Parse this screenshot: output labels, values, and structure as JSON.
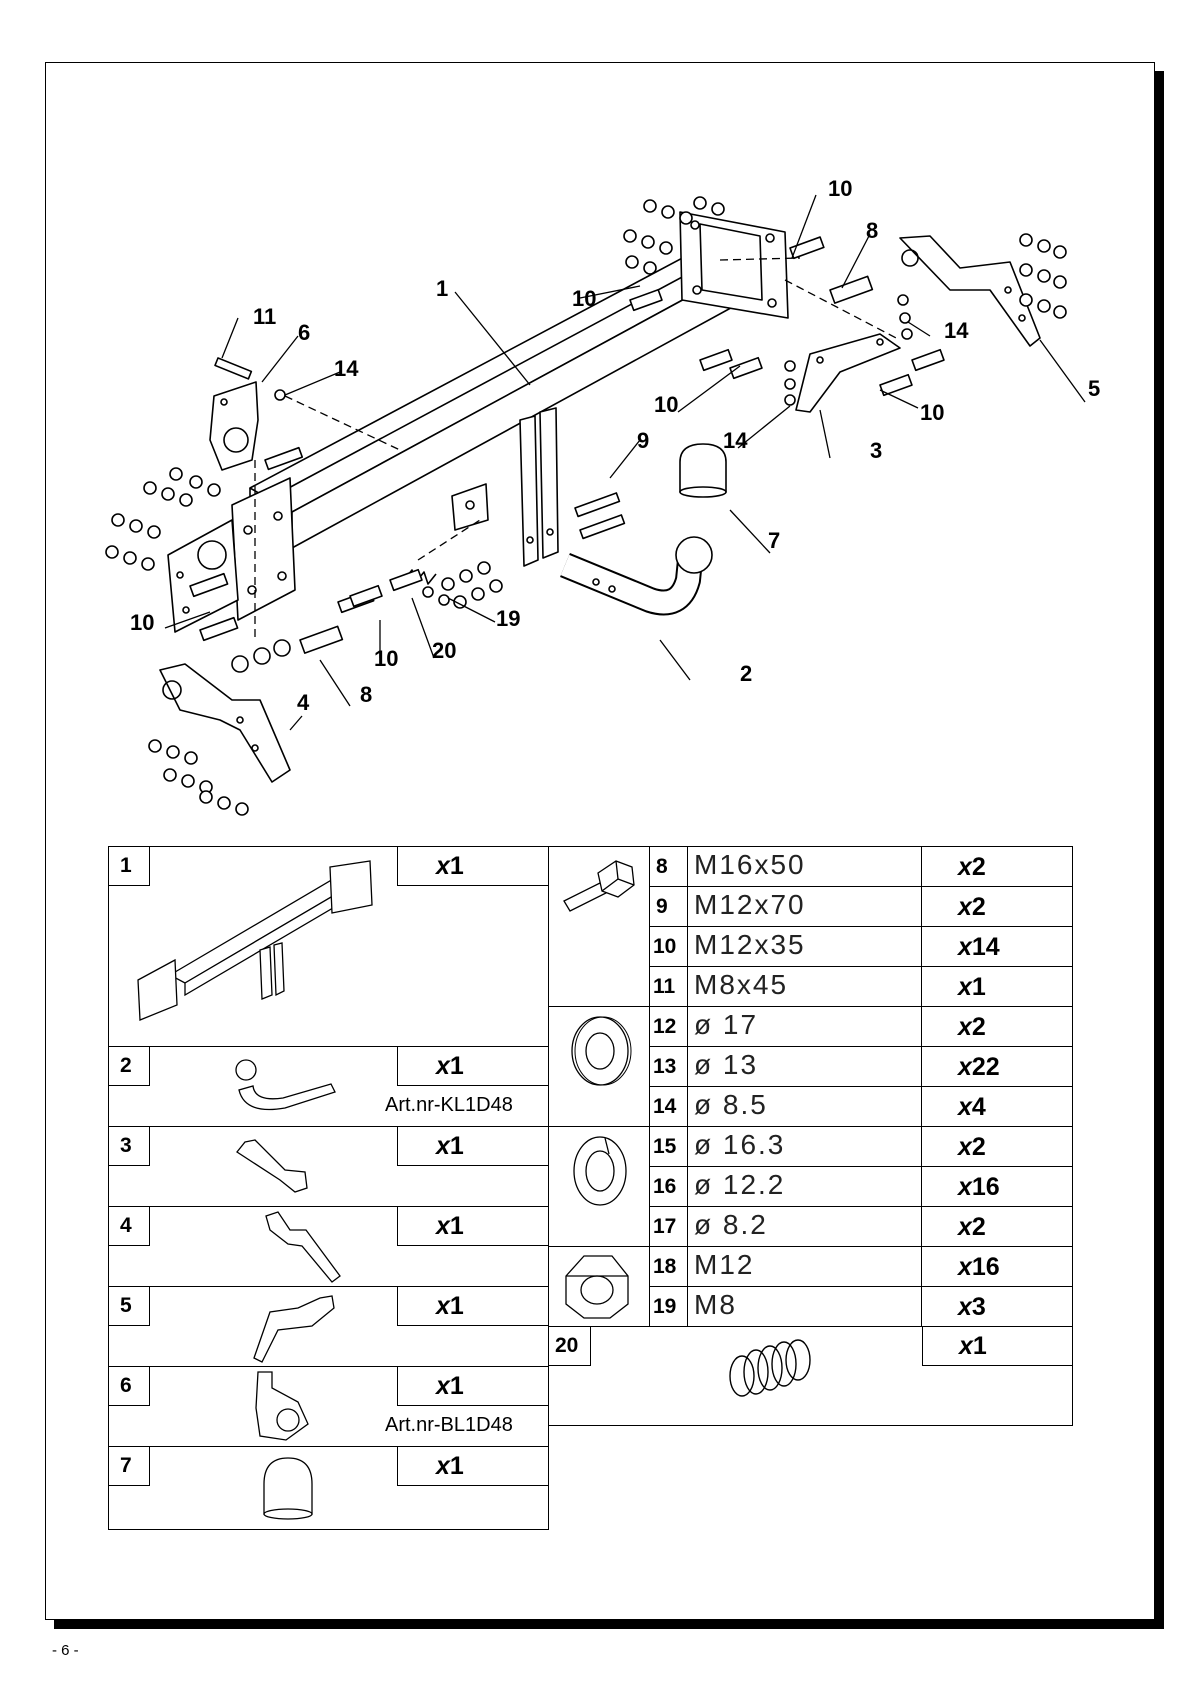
{
  "page_number": "- 6 -",
  "callouts": [
    "1",
    "2",
    "3",
    "4",
    "5",
    "6",
    "7",
    "8",
    "8",
    "9",
    "10",
    "10",
    "10",
    "10",
    "10",
    "10",
    "11",
    "14",
    "14",
    "14",
    "19",
    "20"
  ],
  "parts_left": [
    {
      "num": "1",
      "qty_x": "x",
      "qty_n": "1",
      "art": ""
    },
    {
      "num": "2",
      "qty_x": "x",
      "qty_n": "1",
      "art": "Art.nr-KL1D48"
    },
    {
      "num": "3",
      "qty_x": "x",
      "qty_n": "1",
      "art": ""
    },
    {
      "num": "4",
      "qty_x": "x",
      "qty_n": "1",
      "art": ""
    },
    {
      "num": "5",
      "qty_x": "x",
      "qty_n": "1",
      "art": ""
    },
    {
      "num": "6",
      "qty_x": "x",
      "qty_n": "1",
      "art": "Art.nr-BL1D48"
    },
    {
      "num": "7",
      "qty_x": "x",
      "qty_n": "1",
      "art": ""
    }
  ],
  "parts_right": [
    {
      "num": "8",
      "spec": "M16x50",
      "qty_x": "x",
      "qty_n": "2"
    },
    {
      "num": "9",
      "spec": "M12x70",
      "qty_x": "x",
      "qty_n": "2"
    },
    {
      "num": "10",
      "spec": "M12x35",
      "qty_x": "x",
      "qty_n": "14"
    },
    {
      "num": "11",
      "spec": "M8x45",
      "qty_x": "x",
      "qty_n": "1"
    },
    {
      "num": "12",
      "spec": "ø 17",
      "qty_x": "x",
      "qty_n": "2"
    },
    {
      "num": "13",
      "spec": "ø 13",
      "qty_x": "x",
      "qty_n": "22"
    },
    {
      "num": "14",
      "spec": "ø 8.5",
      "qty_x": "x",
      "qty_n": "4"
    },
    {
      "num": "15",
      "spec": "ø 16.3",
      "qty_x": "x",
      "qty_n": "2"
    },
    {
      "num": "16",
      "spec": "ø 12.2",
      "qty_x": "x",
      "qty_n": "16"
    },
    {
      "num": "17",
      "spec": "ø 8.2",
      "qty_x": "x",
      "qty_n": "2"
    },
    {
      "num": "18",
      "spec": "M12",
      "qty_x": "x",
      "qty_n": "16"
    },
    {
      "num": "19",
      "spec": "M8",
      "qty_x": "x",
      "qty_n": "3"
    },
    {
      "num": "20",
      "spec": "",
      "qty_x": "x",
      "qty_n": "1"
    }
  ]
}
